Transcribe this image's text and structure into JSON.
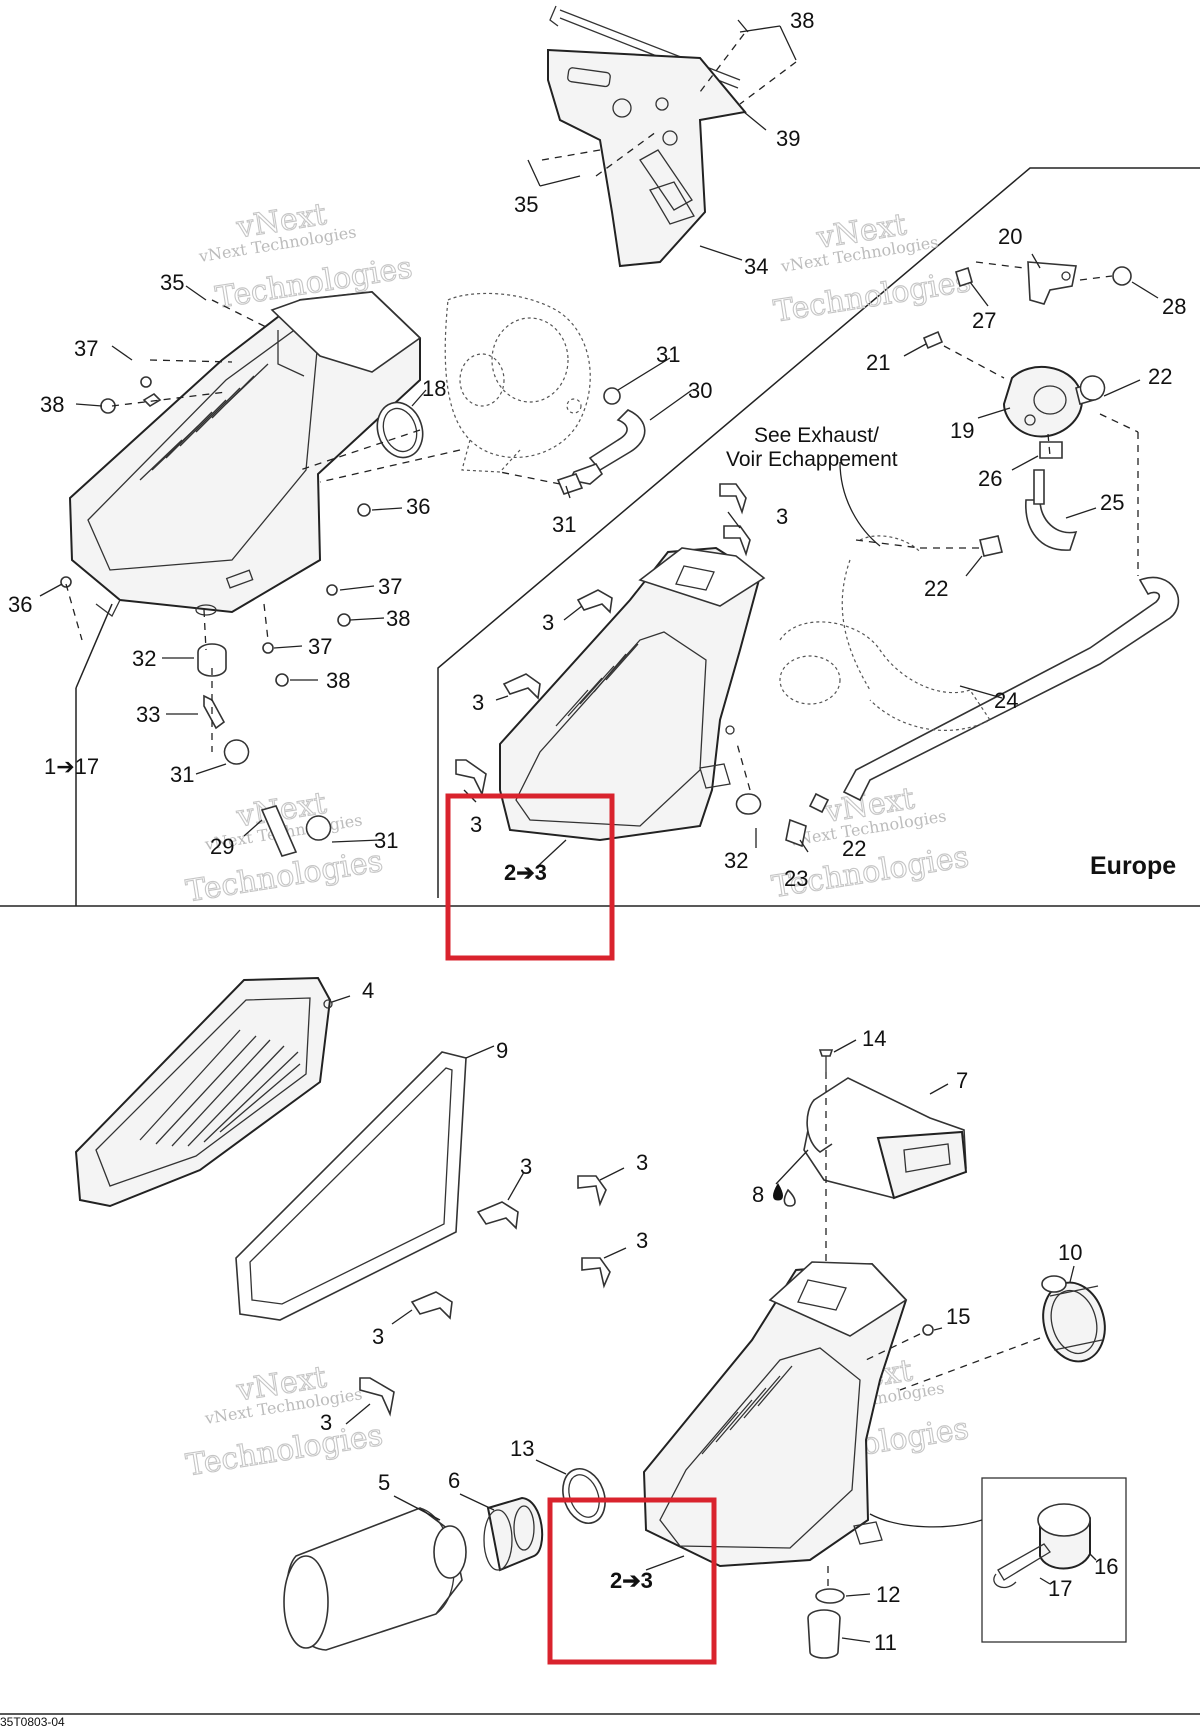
{
  "diagram": {
    "region_label": "Europe",
    "figure_id": "35T0803-04",
    "exhaust_note": [
      "See Exhaust/",
      "Voir Echappement"
    ],
    "watermark": {
      "brand": "vNext",
      "line1": "vNext Technologies",
      "line2": "Technologies"
    },
    "highlight_color": "#d9232d",
    "callouts": {
      "c38a": "38",
      "c39": "39",
      "c35a": "35",
      "c34": "34",
      "c20": "20",
      "c27": "27",
      "c28": "28",
      "c21": "21",
      "c22a": "22",
      "c19": "19",
      "c26": "26",
      "c25": "25",
      "c22b": "22",
      "c24": "24",
      "c35b": "35",
      "c37a": "37",
      "c38b": "38",
      "c18": "18",
      "c31a": "31",
      "c30": "30",
      "c31b": "31",
      "c36a": "36",
      "c36b": "36",
      "c37b": "37",
      "c38c": "38",
      "c32a": "32",
      "c37c": "37",
      "c38d": "38",
      "c33": "33",
      "c1_17": "1➔17",
      "c31c": "31",
      "c29": "29",
      "c31d": "31",
      "c3a": "3",
      "c3b": "3",
      "c3c": "3",
      "c3d": "3",
      "c2_3a": "2➔3",
      "c32b": "32",
      "c23": "23",
      "c22c": "22",
      "c4": "4",
      "c9": "9",
      "c14": "14",
      "c7": "7",
      "c8": "8",
      "c3e": "3",
      "c3f": "3",
      "c3g": "3",
      "c3h": "3",
      "c3i": "3",
      "c10": "10",
      "c15": "15",
      "c13": "13",
      "c5": "5",
      "c6": "6",
      "c2_3b": "2➔3",
      "c12": "12",
      "c11": "11",
      "c16": "16",
      "c17": "17"
    }
  }
}
